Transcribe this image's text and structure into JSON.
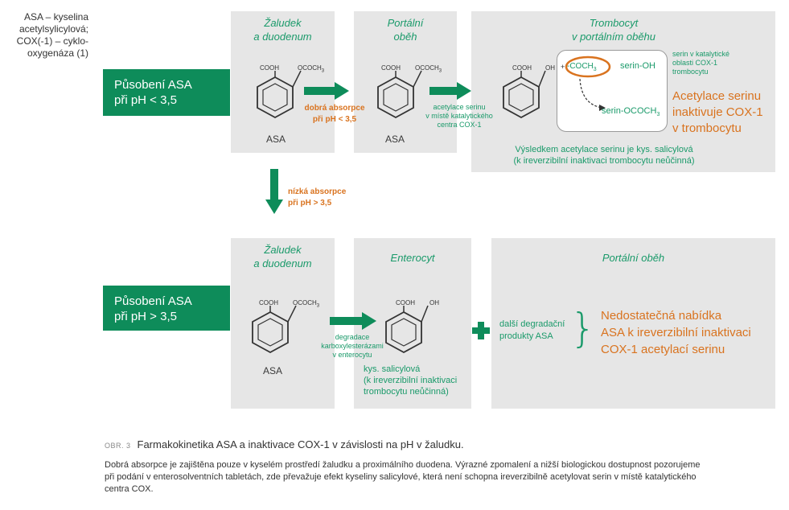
{
  "legend": {
    "lines": [
      "ASA – kyselina",
      "acetylsylicylová;",
      "COX(-1) – cyklo-",
      "oxygenáza (1)"
    ]
  },
  "top_row": {
    "condition": [
      "Působení ASA",
      "při pH < 3,5"
    ],
    "panel1": {
      "title": [
        "Žaludek",
        "a duodenum"
      ],
      "molecule_label": "ASA"
    },
    "arrow1_label": [
      "dobrá absorpce",
      "při pH < 3,5"
    ],
    "panel2": {
      "title": [
        "Portální",
        "oběh"
      ],
      "molecule_label": "ASA"
    },
    "arrow2_label": [
      "acetylace serinu",
      "v místě katalytického",
      "centra COX-1"
    ],
    "panel3": {
      "title": [
        "Trombocyt",
        "v portálním oběhu"
      ],
      "serine_note": [
        "serin v katalytické",
        "oblasti COX-1",
        "trombocytu"
      ],
      "acetyl_group": "-COCH",
      "plus": "+",
      "serin_oh": "serin-OH",
      "serin_product": "serin-OCOCH",
      "result_text": [
        "Výsledkem acetylace serinu je kys. salicylová",
        "(k ireverzibilní inaktivaci trombocytu neůčinná)"
      ],
      "conclusion": [
        "Acetylace serinu",
        "inaktivuje COX-1",
        "v trombocytu"
      ]
    }
  },
  "vertical_arrow_label": [
    "nízká absorpce",
    "při pH > 3,5"
  ],
  "bottom_row": {
    "condition": [
      "Působení ASA",
      "při pH > 3,5"
    ],
    "panel1": {
      "title": [
        "Žaludek",
        "a duodenum"
      ],
      "molecule_label": "ASA"
    },
    "arrow_label": [
      "degradace",
      "karboxylesterázami",
      "v enterocytu"
    ],
    "panel2": {
      "title": [
        "Enterocyt"
      ],
      "molecule_label": [
        "kys. salicylová",
        "(k ireverzibilní inaktivaci",
        "trombocytu neůčinná)"
      ]
    },
    "panel3": {
      "title": [
        "Portální oběh"
      ],
      "products": [
        "další degradační",
        "produkty ASA"
      ],
      "conclusion": [
        "Nedostatečná nabídka",
        "ASA k ireverzibilní inaktivaci",
        "COX-1 acetylací serinu"
      ]
    }
  },
  "chem": {
    "cooh": "COOH",
    "ococh": "OCOCH",
    "oh": "OH",
    "sub3": "3"
  },
  "caption": {
    "label": "OBR. 3",
    "title": "Farmakokinetika ASA a inaktivace COX-1 v závislosti na pH v žaludku.",
    "body": [
      "Dobrá absorpce je zajištěna pouze v kyselém prostředí žaludku a proximálního duodena. Výrazné zpomalení a nižší biologickou dostupnost pozorujeme",
      "při podání v enterosolventních tabletách, zde převažuje efekt kyseliny salicylové, která není schopna ireverzibilně acetylovat serin v místě katalytického",
      "centra COX."
    ]
  },
  "colors": {
    "green": "#0e8c5a",
    "text_green": "#1a9a6a",
    "orange": "#d9731f",
    "panel": "#e6e6e6"
  }
}
